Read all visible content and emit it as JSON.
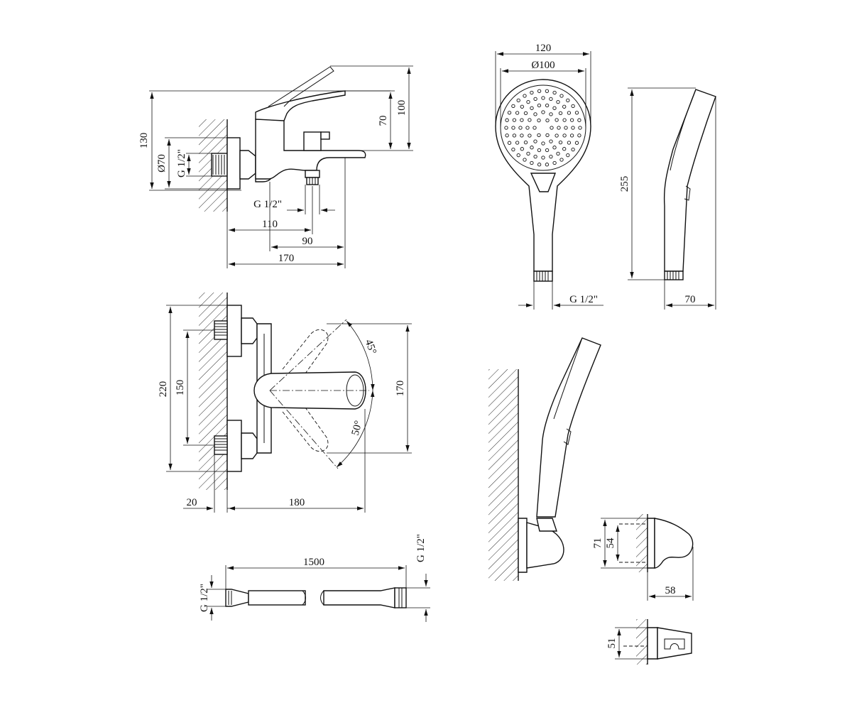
{
  "mixer_side_view": {
    "dim_total_height": "130",
    "dim_outer_diameter": "Ø70",
    "dim_wall_thread": "G 1/2\"",
    "dim_lever_height": "70",
    "dim_lever_raised_height": "100",
    "dim_outlet_thread": "G 1/2\"",
    "dim_outlet_distance": "110",
    "dim_outlet_offset": "90",
    "dim_total_depth": "170"
  },
  "mixer_top_view": {
    "dim_overall_height": "220",
    "dim_center_distance": "150",
    "dim_lever_rotation_up": "45°",
    "dim_lever_rotation_down": "50°",
    "dim_lever_span": "170",
    "dim_wall_offset": "20",
    "dim_spout_length": "180"
  },
  "hose": {
    "dim_length": "1500",
    "dim_thread_left": "G 1/2\"",
    "dim_thread_right": "G 1/2\""
  },
  "hand_shower_front": {
    "dim_total_width": "120",
    "dim_head_diameter": "Ø100",
    "dim_connection_thread": "G 1/2\""
  },
  "hand_shower_side": {
    "dim_length": "255",
    "dim_depth": "70"
  },
  "holder_side": {
    "dim_height": "71",
    "dim_screw_distance": "54",
    "dim_depth": "58"
  },
  "holder_top": {
    "dim_width": "51"
  }
}
